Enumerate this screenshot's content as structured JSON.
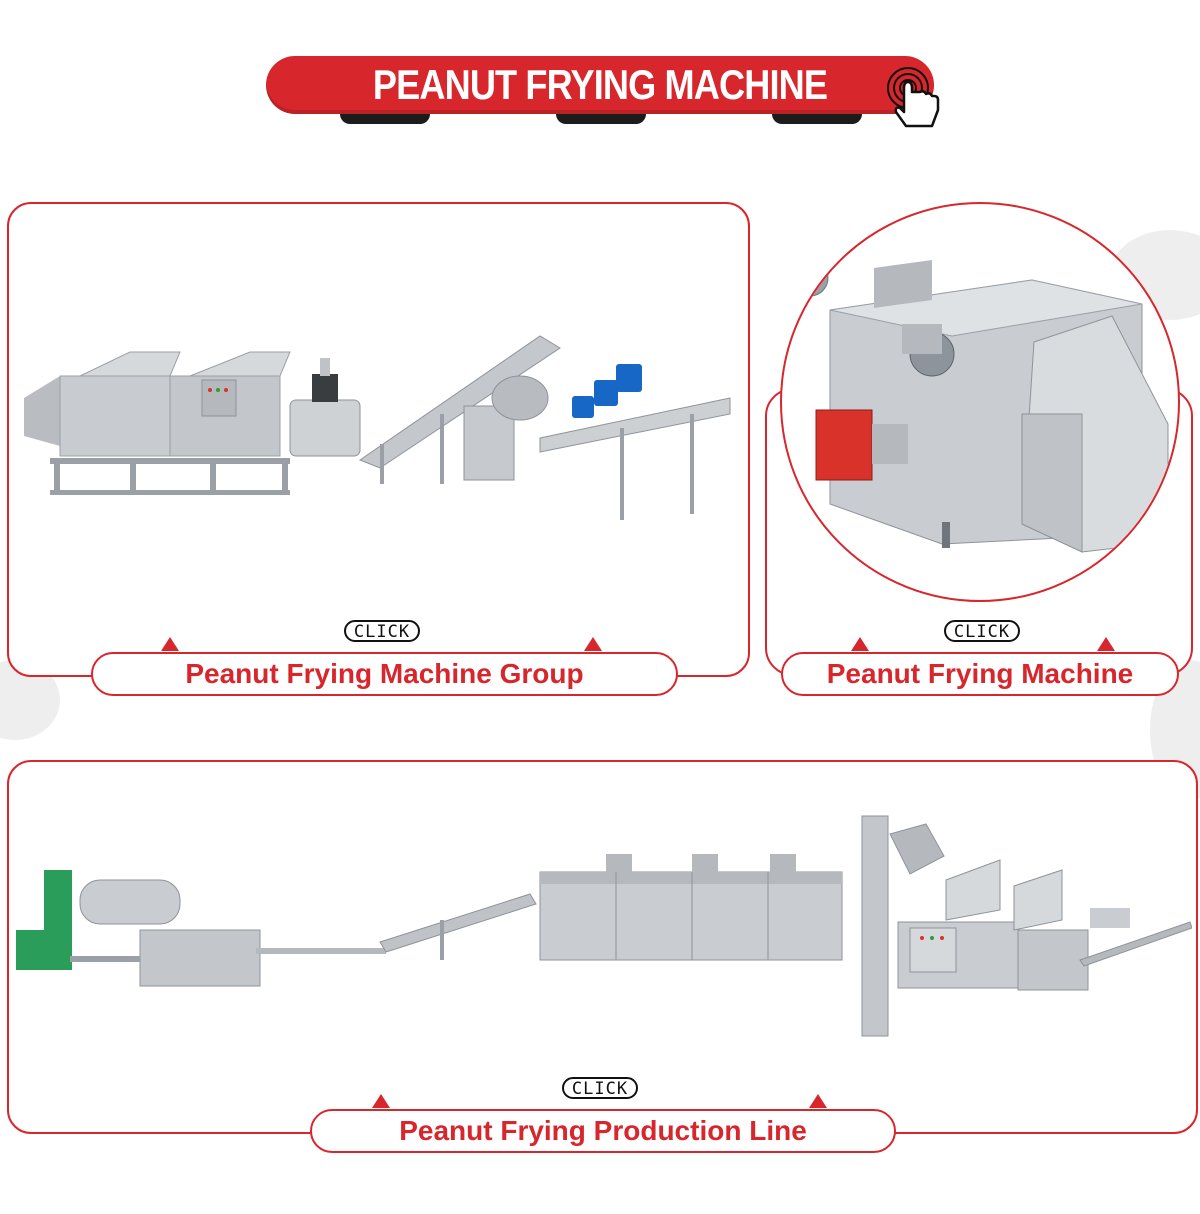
{
  "header": {
    "title": "PEANUT FRYING MACHINE",
    "icon": "tap-hand-icon"
  },
  "cards": [
    {
      "label": "Peanut Frying Machine Group",
      "button": "CLICK"
    },
    {
      "label": "Peanut Frying Machine",
      "button": "CLICK"
    },
    {
      "label": "Peanut Frying Production Line",
      "button": "CLICK"
    }
  ],
  "colors": {
    "brand_red": "#d7262c",
    "steel": "#c9ccd0",
    "steel_dark": "#8e949b",
    "motor_blue": "#1667c6",
    "burner_red": "#d8322a"
  }
}
